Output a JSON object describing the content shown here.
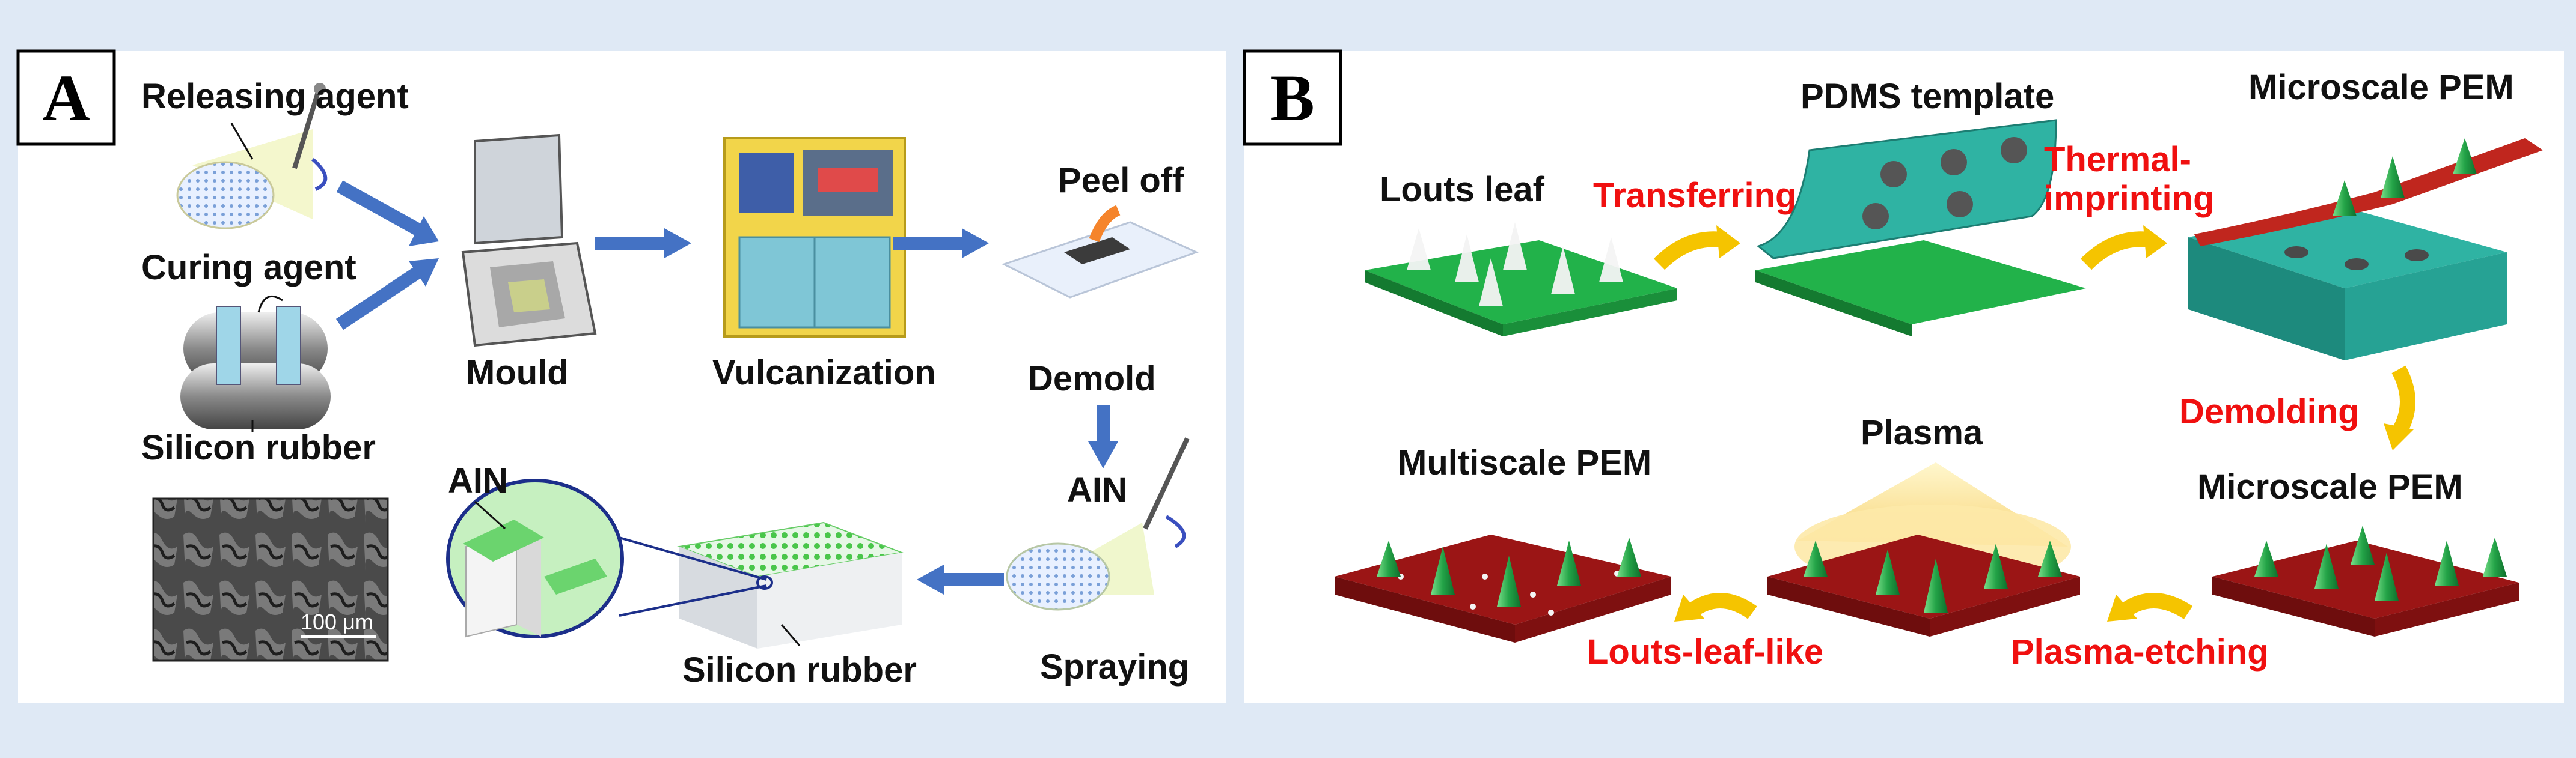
{
  "panelA": {
    "letter": "A",
    "labels": {
      "releasing_agent": "Releasing agent",
      "curing_agent": "Curing agent",
      "silicon_rubber_left": "Silicon rubber",
      "mould": "Mould",
      "vulcanization": "Vulcanization",
      "peel_off": "Peel off",
      "demold": "Demold",
      "ain_top": "AIN",
      "ain_zoom": "AIN",
      "silicon_rubber_bottom": "Silicon rubber",
      "spraying": "Spraying",
      "scale_bar": "100 μm"
    }
  },
  "panelB": {
    "letter": "B",
    "labels": {
      "lotus_leaf": "Louts leaf",
      "transferring": "Transferring",
      "pdms_template": "PDMS template",
      "thermal_imprinting_1": "Thermal-",
      "thermal_imprinting_2": "imprinting",
      "microscale_pem_top": "Microscale PEM",
      "demolding": "Demolding",
      "microscale_pem_bottom": "Microscale PEM",
      "plasma": "Plasma",
      "plasma_etching": "Plasma-etching",
      "multiscale_pem": "Multiscale PEM",
      "louts_leaf_like": "Louts-leaf-like"
    }
  },
  "colors": {
    "arrow_blue": "#4472c4",
    "arrow_yellow": "#f5c400",
    "highlight_red": "#f01010",
    "pem_green": "#22a84a",
    "pem_teal": "#2fb3a3",
    "pem_red": "#9b1515",
    "panel_bg": "#ffffff",
    "frame_bg": "#dfe9f5"
  }
}
